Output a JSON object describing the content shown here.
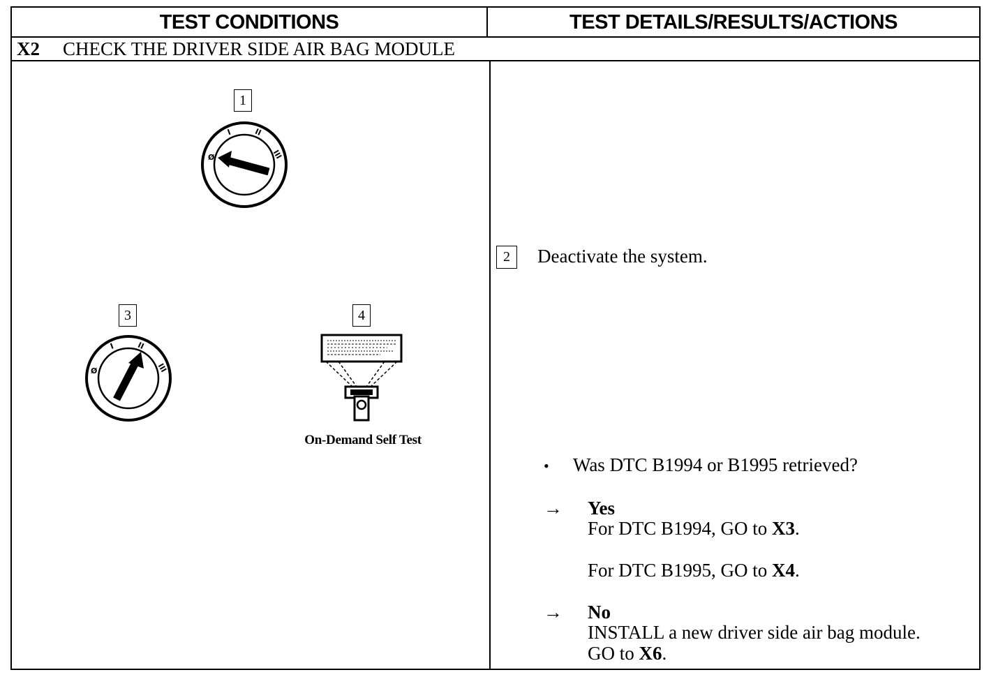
{
  "header": {
    "left": "TEST CONDITIONS",
    "right": "TEST DETAILS/RESULTS/ACTIONS"
  },
  "test": {
    "code": "X2",
    "title": "CHECK THE DRIVER SIDE AIR BAG MODULE"
  },
  "steps": {
    "s1": "1",
    "s2": "2",
    "s3": "3",
    "s4": "4"
  },
  "step2_text": "Deactivate the system.",
  "ignition_labels": {
    "off": "Ø",
    "i": "I",
    "ii": "II",
    "iii": "III"
  },
  "tester_caption": "On-Demand Self Test",
  "question": {
    "bullet": "•",
    "text": "Was DTC B1994 or B1995 retrieved?"
  },
  "yes": {
    "arrow": "→",
    "label": "Yes",
    "line1_pre": "For DTC B1994, GO to ",
    "line1_code": "X3",
    "line1_post": ".",
    "line2_pre": "For DTC B1995, GO to ",
    "line2_code": "X4",
    "line2_post": "."
  },
  "no": {
    "arrow": "→",
    "label": "No",
    "line1": "INSTALL a new driver side air bag module.",
    "line2_pre": "GO to ",
    "line2_code": "X6",
    "line2_post": "."
  }
}
